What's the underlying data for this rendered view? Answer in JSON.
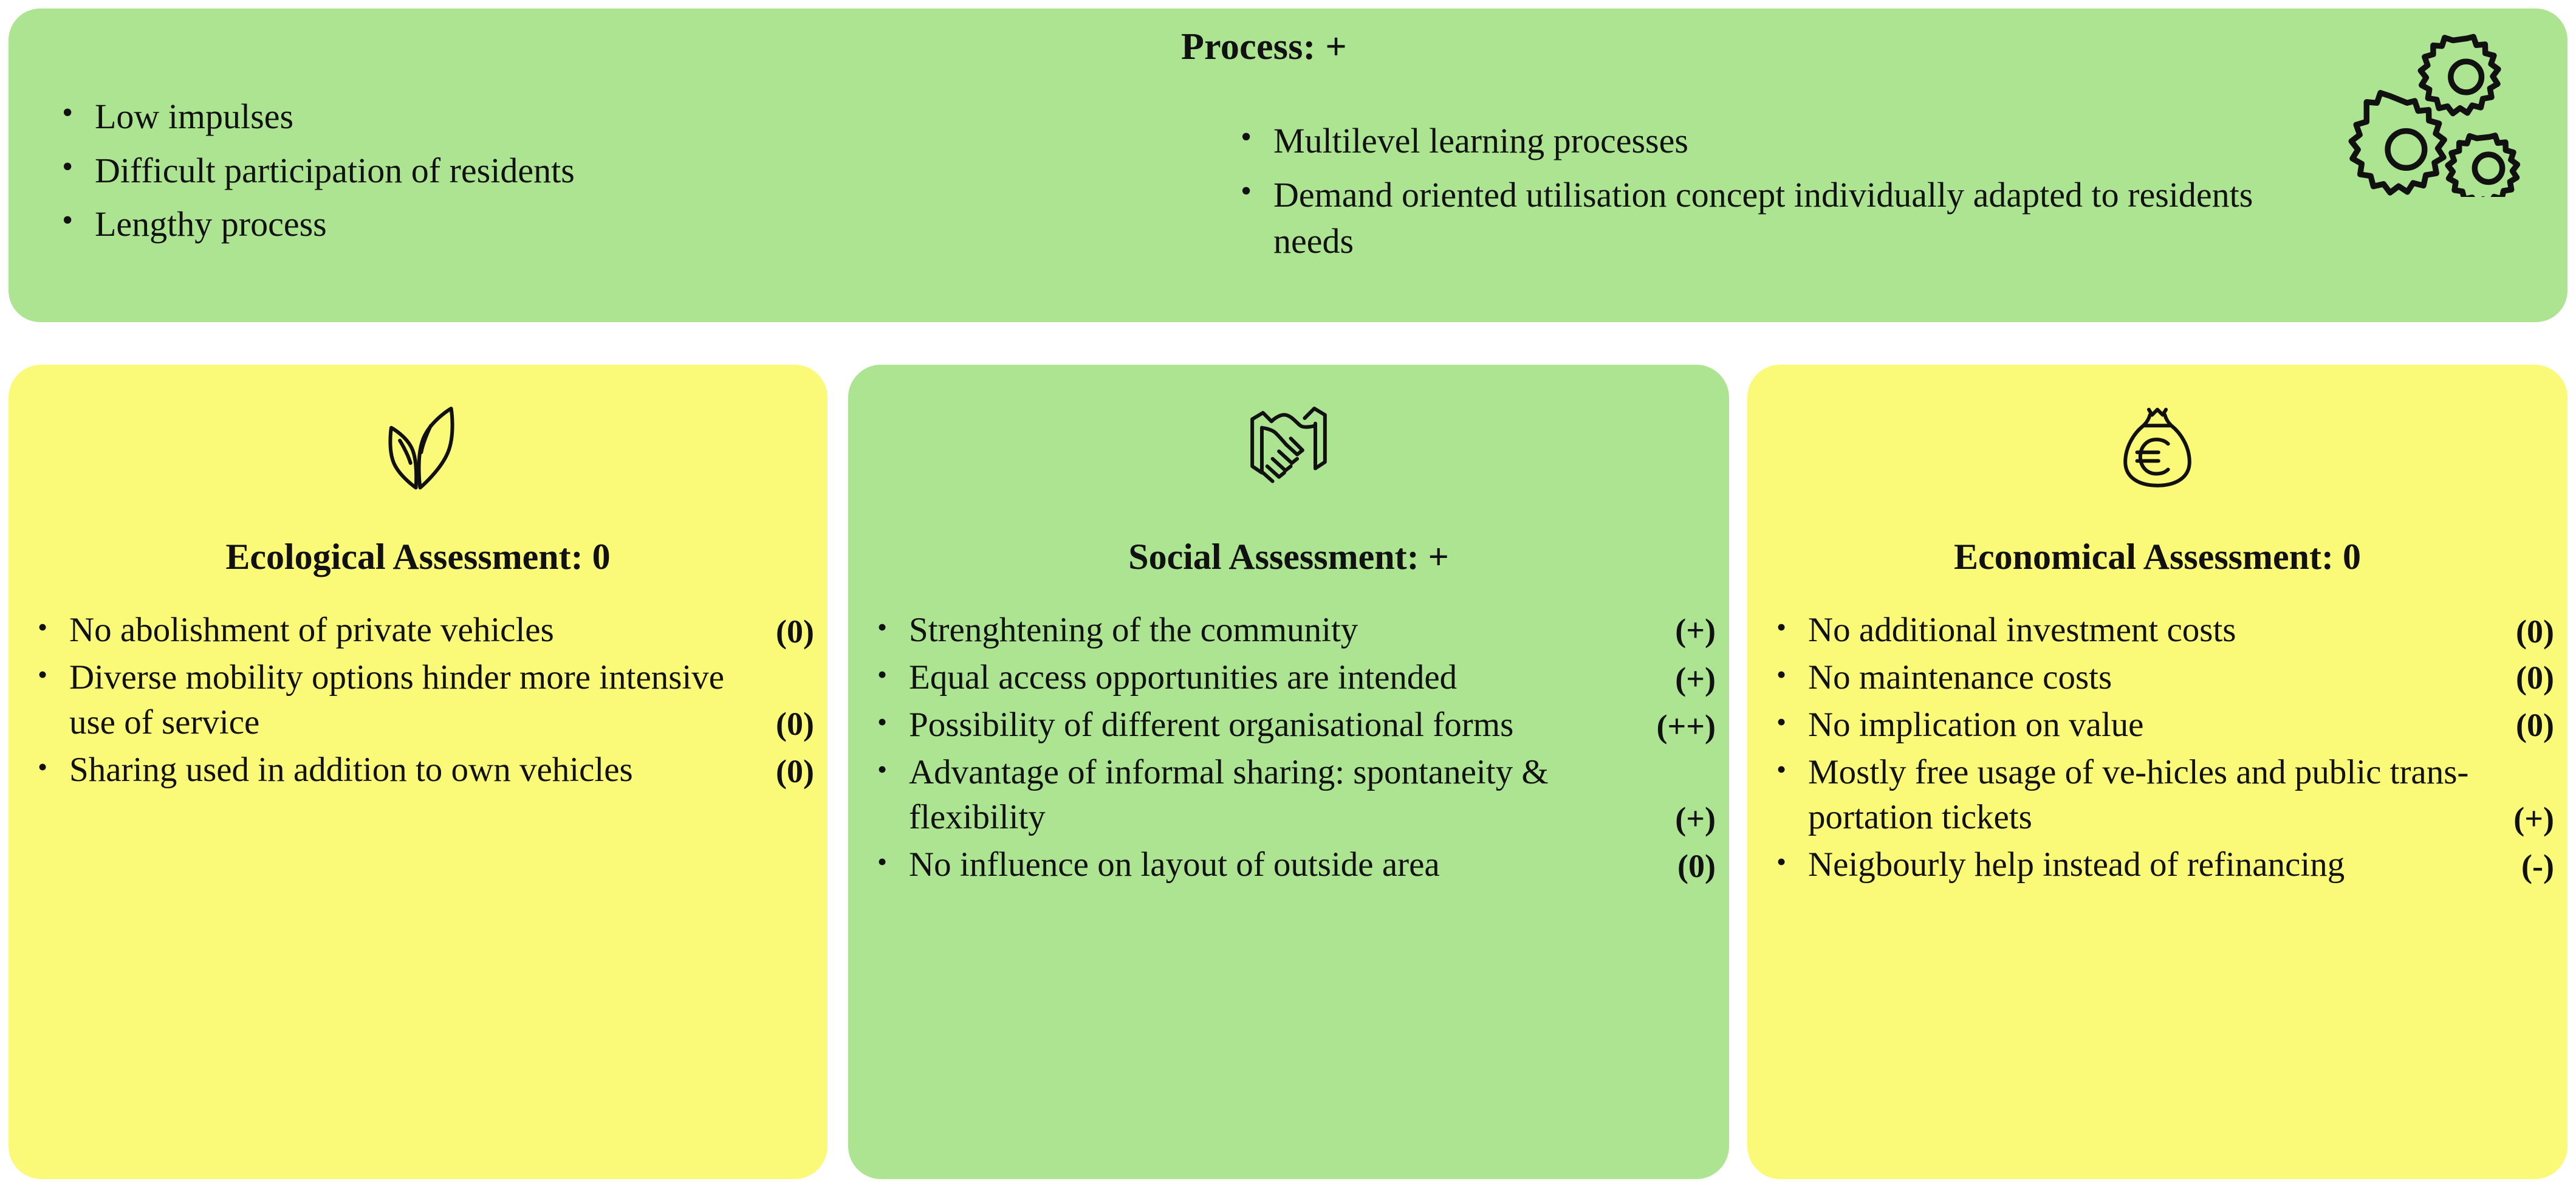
{
  "colors": {
    "green": "#ADE492",
    "yellow": "#FAFA78",
    "text": "#111111"
  },
  "process": {
    "title": "Process: +",
    "icon": "gears-icon",
    "left_bullets": [
      "Low impulses",
      "Difficult participation of residents",
      "Lengthy process"
    ],
    "right_bullets": [
      "Multilevel learning processes",
      "Demand oriented utilisation concept individually adapted to residents needs"
    ]
  },
  "cards": [
    {
      "id": "ecological",
      "icon": "leaf-icon",
      "title": "Ecological Assessment: 0",
      "background": "#FAFA78",
      "items": [
        {
          "text": "No abolishment of private vehicles",
          "rating": "(0)",
          "inline": false
        },
        {
          "text": "Diverse mobility options hinder more intensive use of service",
          "rating": "(0)",
          "inline": false
        },
        {
          "text": "Sharing used in addition to own vehicles",
          "rating": "(0)",
          "inline": false
        }
      ]
    },
    {
      "id": "social",
      "icon": "handshake-icon",
      "title": "Social Assessment: +",
      "background": "#ADE492",
      "items": [
        {
          "text": "Strenghtening of the community",
          "rating": "(+)",
          "inline": true
        },
        {
          "text": "Equal access opportunities are intended",
          "rating": "(+)",
          "inline": false
        },
        {
          "text": "Possibility of different organisational forms",
          "rating": "(++)",
          "inline": false
        },
        {
          "text": "Advantage of informal sharing: spontaneity & flexibility",
          "rating": "(+)",
          "inline": false
        },
        {
          "text": "No influence on layout of outside area",
          "rating": "(0)",
          "inline": false
        }
      ]
    },
    {
      "id": "economical",
      "icon": "money-bag-euro-icon",
      "title": "Economical Assessment: 0",
      "background": "#FAFA78",
      "items": [
        {
          "text": "No additional investment costs",
          "rating": "(0)",
          "inline": false
        },
        {
          "text": "No maintenance costs",
          "rating": "(0)",
          "inline": true
        },
        {
          "text": "No implication on value",
          "rating": "(0)",
          "inline": true
        },
        {
          "text": "Mostly free usage of ve-hicles and public trans-portation tickets",
          "rating": "(+)",
          "inline": false
        },
        {
          "text": "Neigbourly help instead of refinancing",
          "rating": "(-)",
          "inline": false
        }
      ]
    }
  ]
}
